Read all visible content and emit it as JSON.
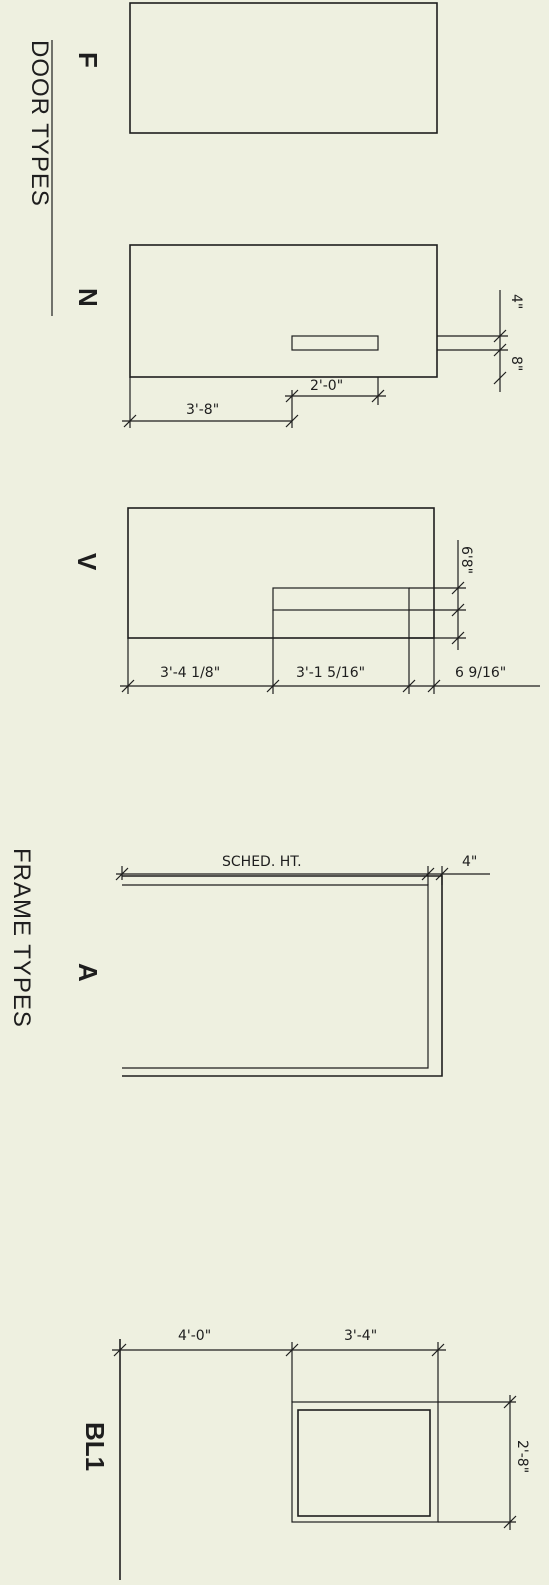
{
  "titles": {
    "door_types": "DOOR TYPES",
    "frame_types": "FRAME TYPES"
  },
  "types": {
    "F": "F",
    "N": "N",
    "V": "V",
    "A": "A",
    "BL1": "BL1"
  },
  "dimensions": {
    "n_4in": "4\"",
    "n_8in": "8\"",
    "n_3_8": "3'-8\"",
    "n_2_0": "2'-0\"",
    "v_6_8": "6'8\"",
    "v_3_4_1_8": "3'-4 1/8\"",
    "v_3_1_5_16": "3'-1 5/16\"",
    "v_6_9_16": "6 9/16\"",
    "a_sched_ht": "SCHED. HT.",
    "a_4in": "4\"",
    "bl1_4_0": "4'-0\"",
    "bl1_3_4": "3'-4\"",
    "bl1_2_8": "2'-8\""
  },
  "colors": {
    "paper": "#eef0e0",
    "ink": "#1e1e1e"
  }
}
